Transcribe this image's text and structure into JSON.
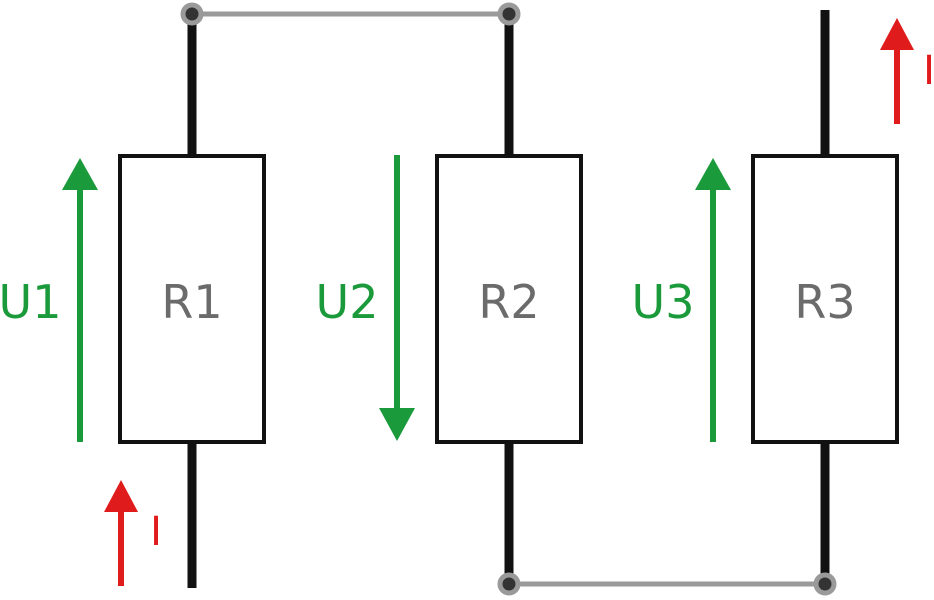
{
  "resistors": [
    {
      "label": "R1"
    },
    {
      "label": "R2"
    },
    {
      "label": "R3"
    }
  ],
  "voltages": [
    {
      "label": "U1",
      "direction": "up"
    },
    {
      "label": "U2",
      "direction": "down"
    },
    {
      "label": "U3",
      "direction": "up"
    }
  ],
  "currents": [
    {
      "label": "I",
      "direction": "up"
    },
    {
      "label": "I",
      "direction": "up"
    }
  ],
  "colors": {
    "wire": "#111111",
    "bridge": "#9a9a9a",
    "node_fill": "#333333",
    "resistor_stroke": "#111111",
    "resistor_text": "#6b6b6b",
    "voltage": "#1a9a3a",
    "current": "#e01b1b"
  }
}
